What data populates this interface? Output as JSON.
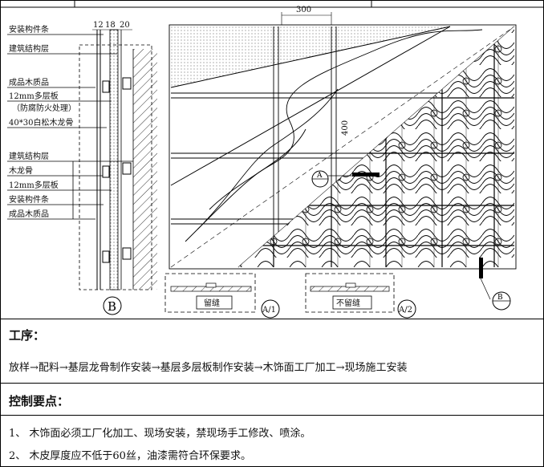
{
  "drawing": {
    "labels_top": [
      "安装构件条",
      "建筑结构层",
      "成品木质品",
      "12mm多层板",
      "（防腐防火处理）",
      "40*30白松木龙骨"
    ],
    "labels_bottom": [
      "建筑结构层",
      "木龙骨",
      "12mm多层板",
      "安装构件条",
      "成品木质品"
    ],
    "dims_top": [
      "12",
      "18",
      "20"
    ],
    "dim_300": "300",
    "dim_400": "400",
    "callout_b": "B",
    "callout_a": "A",
    "callout_a_sub": "―",
    "callout_b2": "B",
    "callout_b2_sub": "―",
    "detail_a1_label": "留缝",
    "detail_a1_tag": "A/1",
    "detail_a2_label": "不留缝",
    "detail_a2_tag": "A/2"
  },
  "process": {
    "title": "工序：",
    "text": "放样→配料→基层龙骨制作安装→基层多层板制作安装→木饰面工厂加工→现场施工安装"
  },
  "control": {
    "title": "控制要点：",
    "items": [
      "1、  木饰面必须工厂化加工、现场安装，禁现场手工修改、喷涂。",
      "2、  木皮厚度应不低于60丝，油漆需符合环保要求。"
    ]
  }
}
